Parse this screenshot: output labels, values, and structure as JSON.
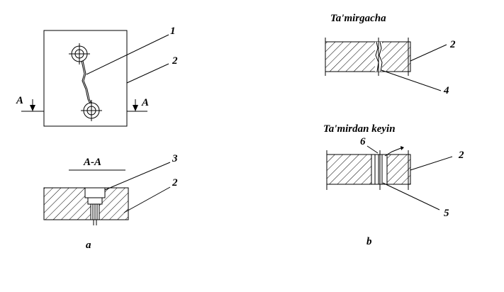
{
  "figure_a": {
    "section_marker_left": "A",
    "section_marker_right": "A",
    "section_title": "A-A",
    "callouts": [
      "1",
      "2",
      "3",
      "2"
    ],
    "caption": "a"
  },
  "figure_b": {
    "title_before": "Ta'mirgacha",
    "title_after": "Ta'mirdan keyin",
    "callouts_before": [
      "2",
      "4"
    ],
    "callouts_after": [
      "6",
      "2",
      "5"
    ],
    "caption": "b"
  }
}
